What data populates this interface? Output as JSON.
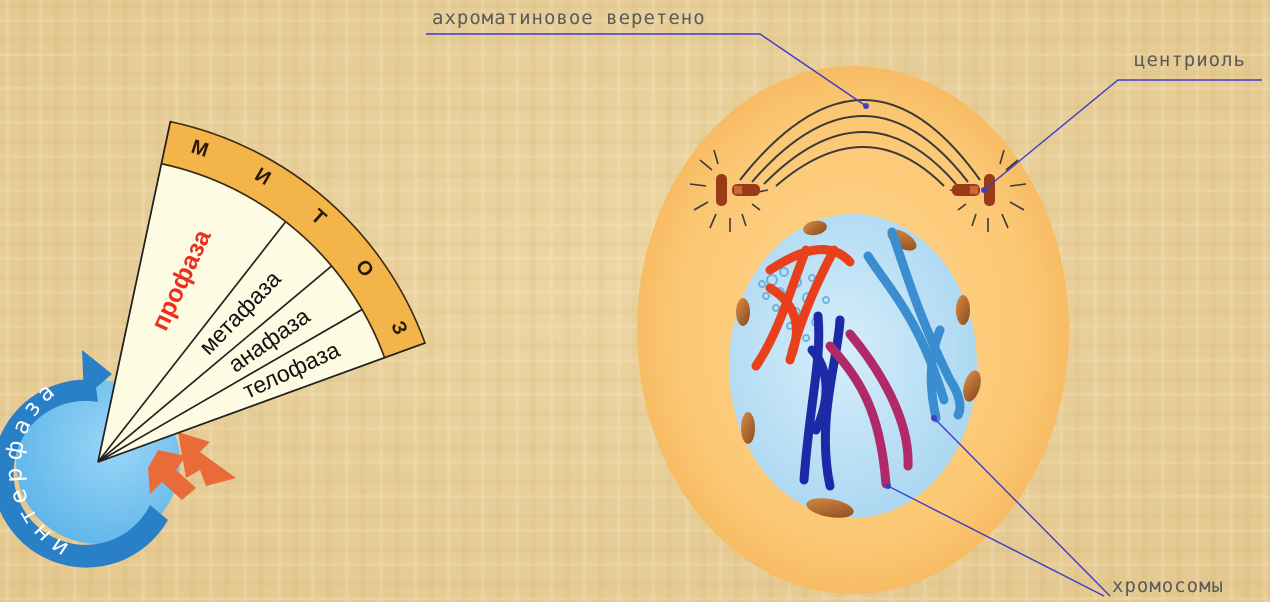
{
  "mitosis_wheel": {
    "mitosis_title": [
      "М",
      "И",
      "Т",
      "О",
      "З"
    ],
    "phases": [
      {
        "label": "профаза",
        "color": "#e8301e",
        "bold": true
      },
      {
        "label": "метафаза",
        "color": "#111111",
        "bold": false
      },
      {
        "label": "анафаза",
        "color": "#111111",
        "bold": false
      },
      {
        "label": "телофаза",
        "color": "#111111",
        "bold": false
      }
    ],
    "interphase_label": "интерфаза",
    "colors": {
      "wheel_band": "#f3b54a",
      "sector_fill": "#fdfbe2",
      "interphase_blue": "#3f9ddc",
      "interphase_light": "#7ec8f3",
      "arrow_orange": "#ea6b3a"
    }
  },
  "cell_diagram": {
    "labels": {
      "spindle": "ахроматиновое веретено",
      "centriole": "центриоль",
      "chromosomes": "хромосомы"
    },
    "colors": {
      "cytoplasm": "#fbc773",
      "nucleus": "#bfe3f7",
      "chromosome_red": "#e8401c",
      "chromosome_blue": "#1d2aa8",
      "chromosome_magenta": "#b02a6a",
      "chromosome_lightblue": "#3a8ecf",
      "leader_line": "#3d3dc9"
    }
  }
}
